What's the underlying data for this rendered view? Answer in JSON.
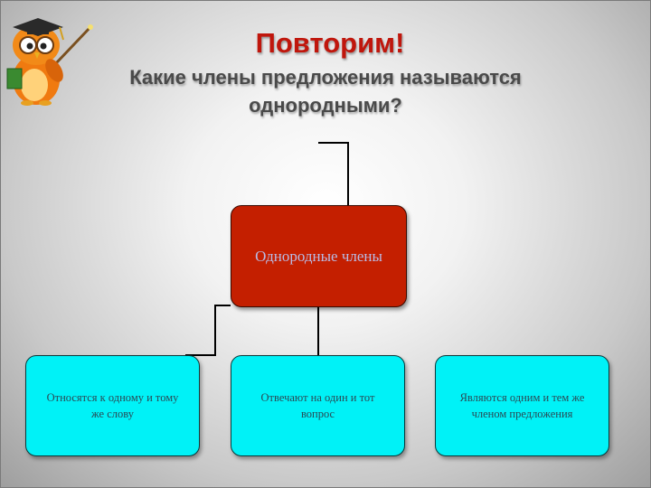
{
  "slide": {
    "title": "Повторим!",
    "subtitle_line1": "Какие члены предложения называются",
    "subtitle_line2": "однородными?"
  },
  "diagram": {
    "center": {
      "text": "Однородные члены"
    },
    "children": [
      {
        "text": "Относятся  к одному и тому же слову"
      },
      {
        "text": "Отвечают на один и тот вопрос"
      },
      {
        "text": "Являются одним и тем же членом предложения"
      }
    ]
  },
  "colors": {
    "title": "#c0160c",
    "center_fill": "#c41f00",
    "center_text": "#b9bbe4",
    "child_fill": "#00f2f7",
    "child_text": "#2a4a55"
  },
  "icons": {
    "mascot": "owl-teacher-icon"
  }
}
